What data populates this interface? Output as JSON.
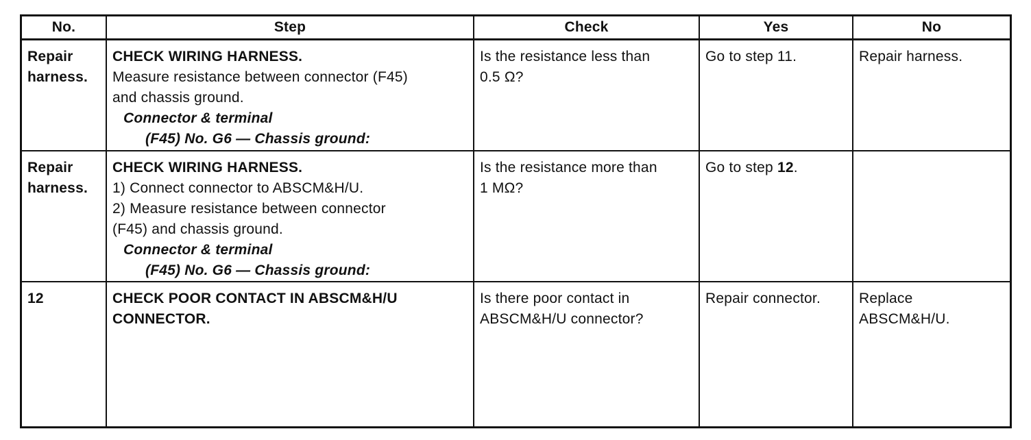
{
  "headers": {
    "no": "No.",
    "step": "Step",
    "check": "Check",
    "yes": "Yes",
    "no_col": "No"
  },
  "rows": [
    {
      "no": "Repair harness.",
      "step_title": "CHECK WIRING HARNESS.",
      "step_lines": [
        "Measure resistance between connector (F45)",
        "and chassis ground."
      ],
      "connector_label": "Connector & terminal",
      "connector_value": "(F45) No. G6 — Chassis ground:",
      "check_lines": [
        "Is the resistance less than",
        "0.5 Ω?"
      ],
      "yes": "Go to step 11."
    },
    {
      "no": "Repair harness.",
      "step_title": "CHECK WIRING HARNESS.",
      "step_lines": [
        "1) Connect connector to ABSCM&H/U.",
        "2) Measure resistance between connector",
        "(F45) and chassis ground."
      ],
      "connector_label": "Connector & terminal",
      "connector_value": "(F45) No. G6 — Chassis ground:",
      "check_lines": [
        "Is the resistance more than",
        "1 MΩ?"
      ],
      "yes_prefix": "Go to step ",
      "yes_step": "12",
      "yes_suffix": "."
    },
    {
      "no": "12",
      "step_title_lines": [
        "CHECK POOR CONTACT IN ABSCM&H/U",
        "CONNECTOR."
      ],
      "check_lines": [
        "Is there poor contact in",
        "ABSCM&H/U connector?"
      ],
      "yes": "Repair connector.",
      "no_lines": [
        "Replace",
        "ABSCM&H/U."
      ]
    }
  ]
}
